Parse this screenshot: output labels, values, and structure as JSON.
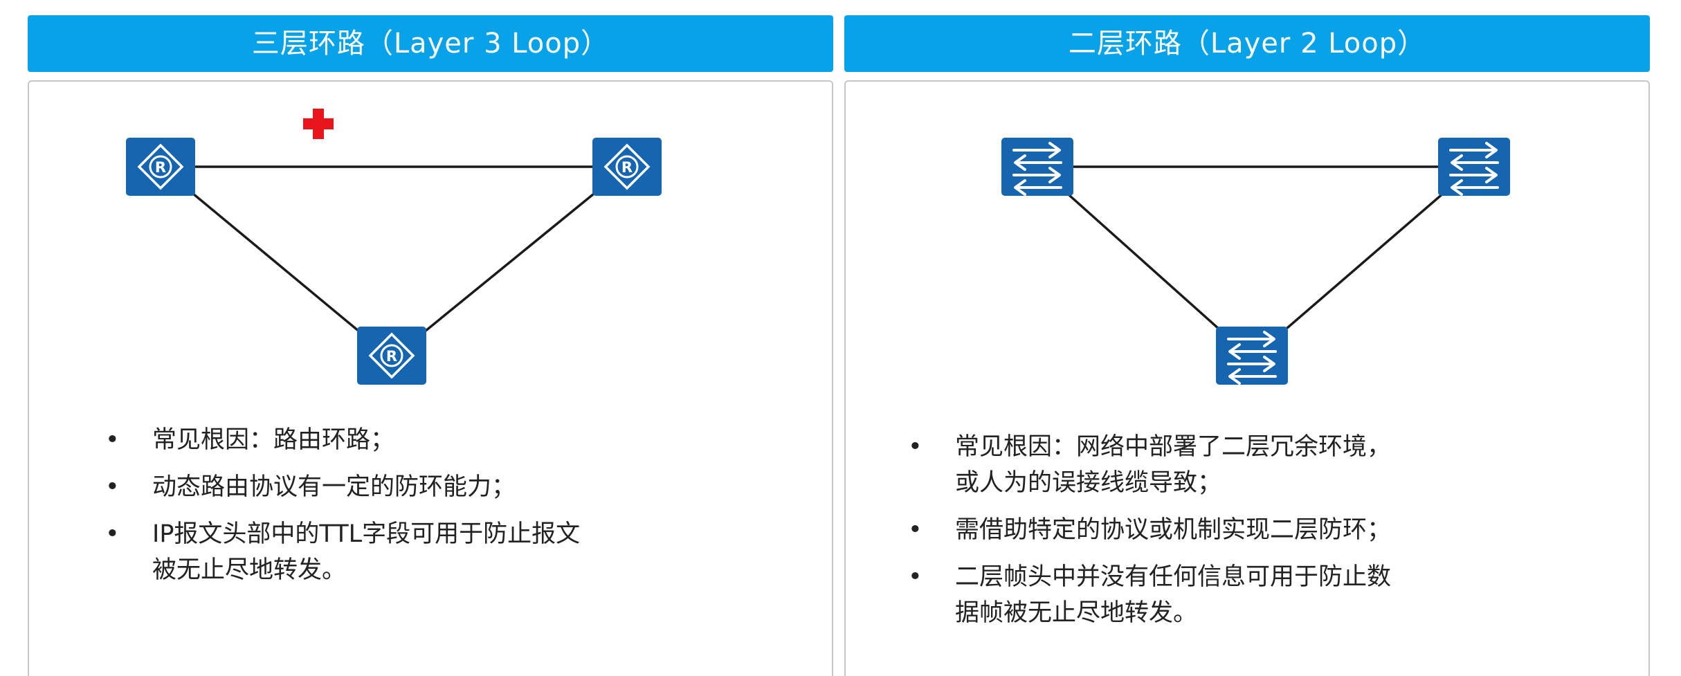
{
  "colors": {
    "header_bg": "#08a2e8",
    "device_bg": "#1565b0",
    "link": "#1a1a1a",
    "alert_cross": "#e8161a"
  },
  "left_panel": {
    "title": "三层环路（Layer 3 Loop）",
    "device_icon": "router-icon",
    "devices": [
      "router-top-left",
      "router-top-right",
      "router-bottom"
    ],
    "alert_icon": "red-cross-icon",
    "bullets": [
      {
        "lines": [
          "常见根因：路由环路；"
        ]
      },
      {
        "lines": [
          "动态路由协议有一定的防环能力；"
        ]
      },
      {
        "lines": [
          "IP报文头部中的TTL字段可用于防止报文",
          "被无止尽地转发。"
        ]
      }
    ]
  },
  "right_panel": {
    "title": "二层环路（Layer 2 Loop）",
    "device_icon": "switch-icon",
    "devices": [
      "switch-top-left",
      "switch-top-right",
      "switch-bottom"
    ],
    "bullets": [
      {
        "lines": [
          "常见根因：网络中部署了二层冗余环境，",
          "或人为的误接线缆导致；"
        ]
      },
      {
        "lines": [
          "需借助特定的协议或机制实现二层防环；"
        ]
      },
      {
        "lines": [
          "二层帧头中并没有任何信息可用于防止数",
          "据帧被无止尽地转发。"
        ]
      }
    ]
  },
  "bullet_glyph": "•"
}
